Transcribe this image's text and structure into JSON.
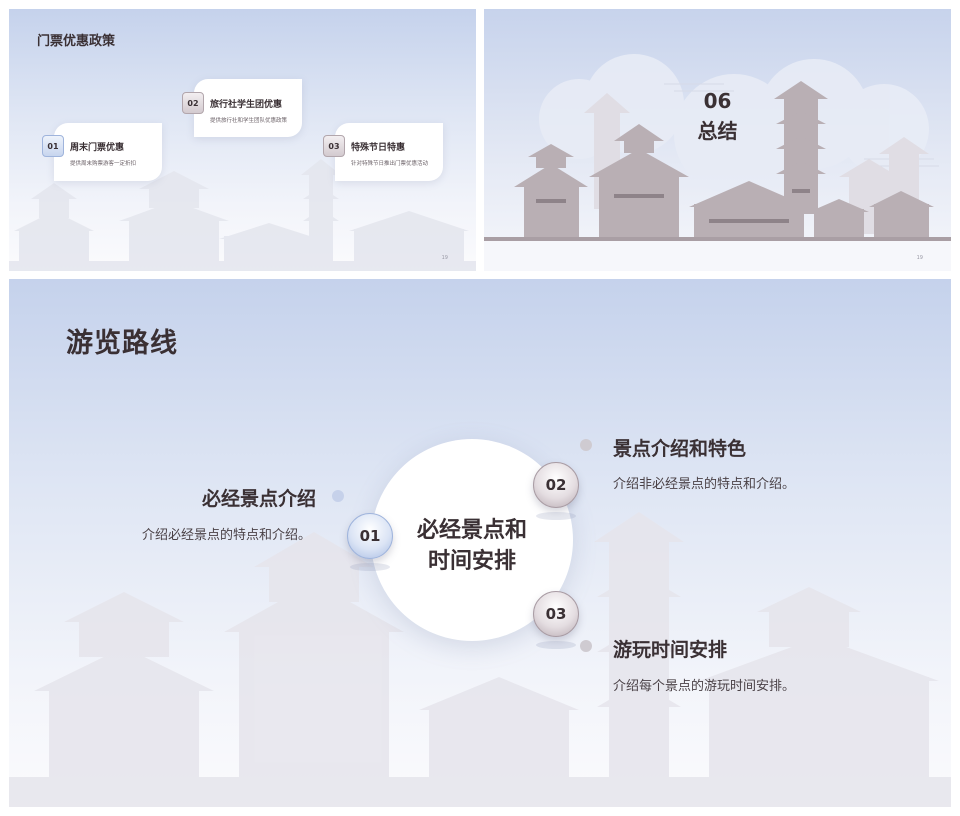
{
  "slide1": {
    "title": "门票优惠政策",
    "page": "19",
    "cards": [
      {
        "num": "01",
        "title": "周末门票优惠",
        "desc": "提供周末购票游客一定折扣"
      },
      {
        "num": "02",
        "title": "旅行社学生团优惠",
        "desc": "提供旅行社和学生团队优惠政策"
      },
      {
        "num": "03",
        "title": "特殊节日特惠",
        "desc": "针对特殊节日推出门票优惠活动"
      }
    ]
  },
  "slide2": {
    "number": "06",
    "title": "总结",
    "page": "19"
  },
  "slide3": {
    "title": "游览路线",
    "center": {
      "line1": "必经景点和",
      "line2": "时间安排"
    },
    "items": [
      {
        "num": "01",
        "title": "必经景点介绍",
        "desc": "介绍必经景点的特点和介绍。"
      },
      {
        "num": "02",
        "title": "景点介绍和特色",
        "desc": "介绍非必经景点的特点和介绍。"
      },
      {
        "num": "03",
        "title": "游玩时间安排",
        "desc": "介绍每个景点的游玩时间安排。"
      }
    ]
  },
  "colors": {
    "text": "#3a3034",
    "accent_blue": "#a9bde3",
    "accent_pink": "#b8abb2"
  }
}
